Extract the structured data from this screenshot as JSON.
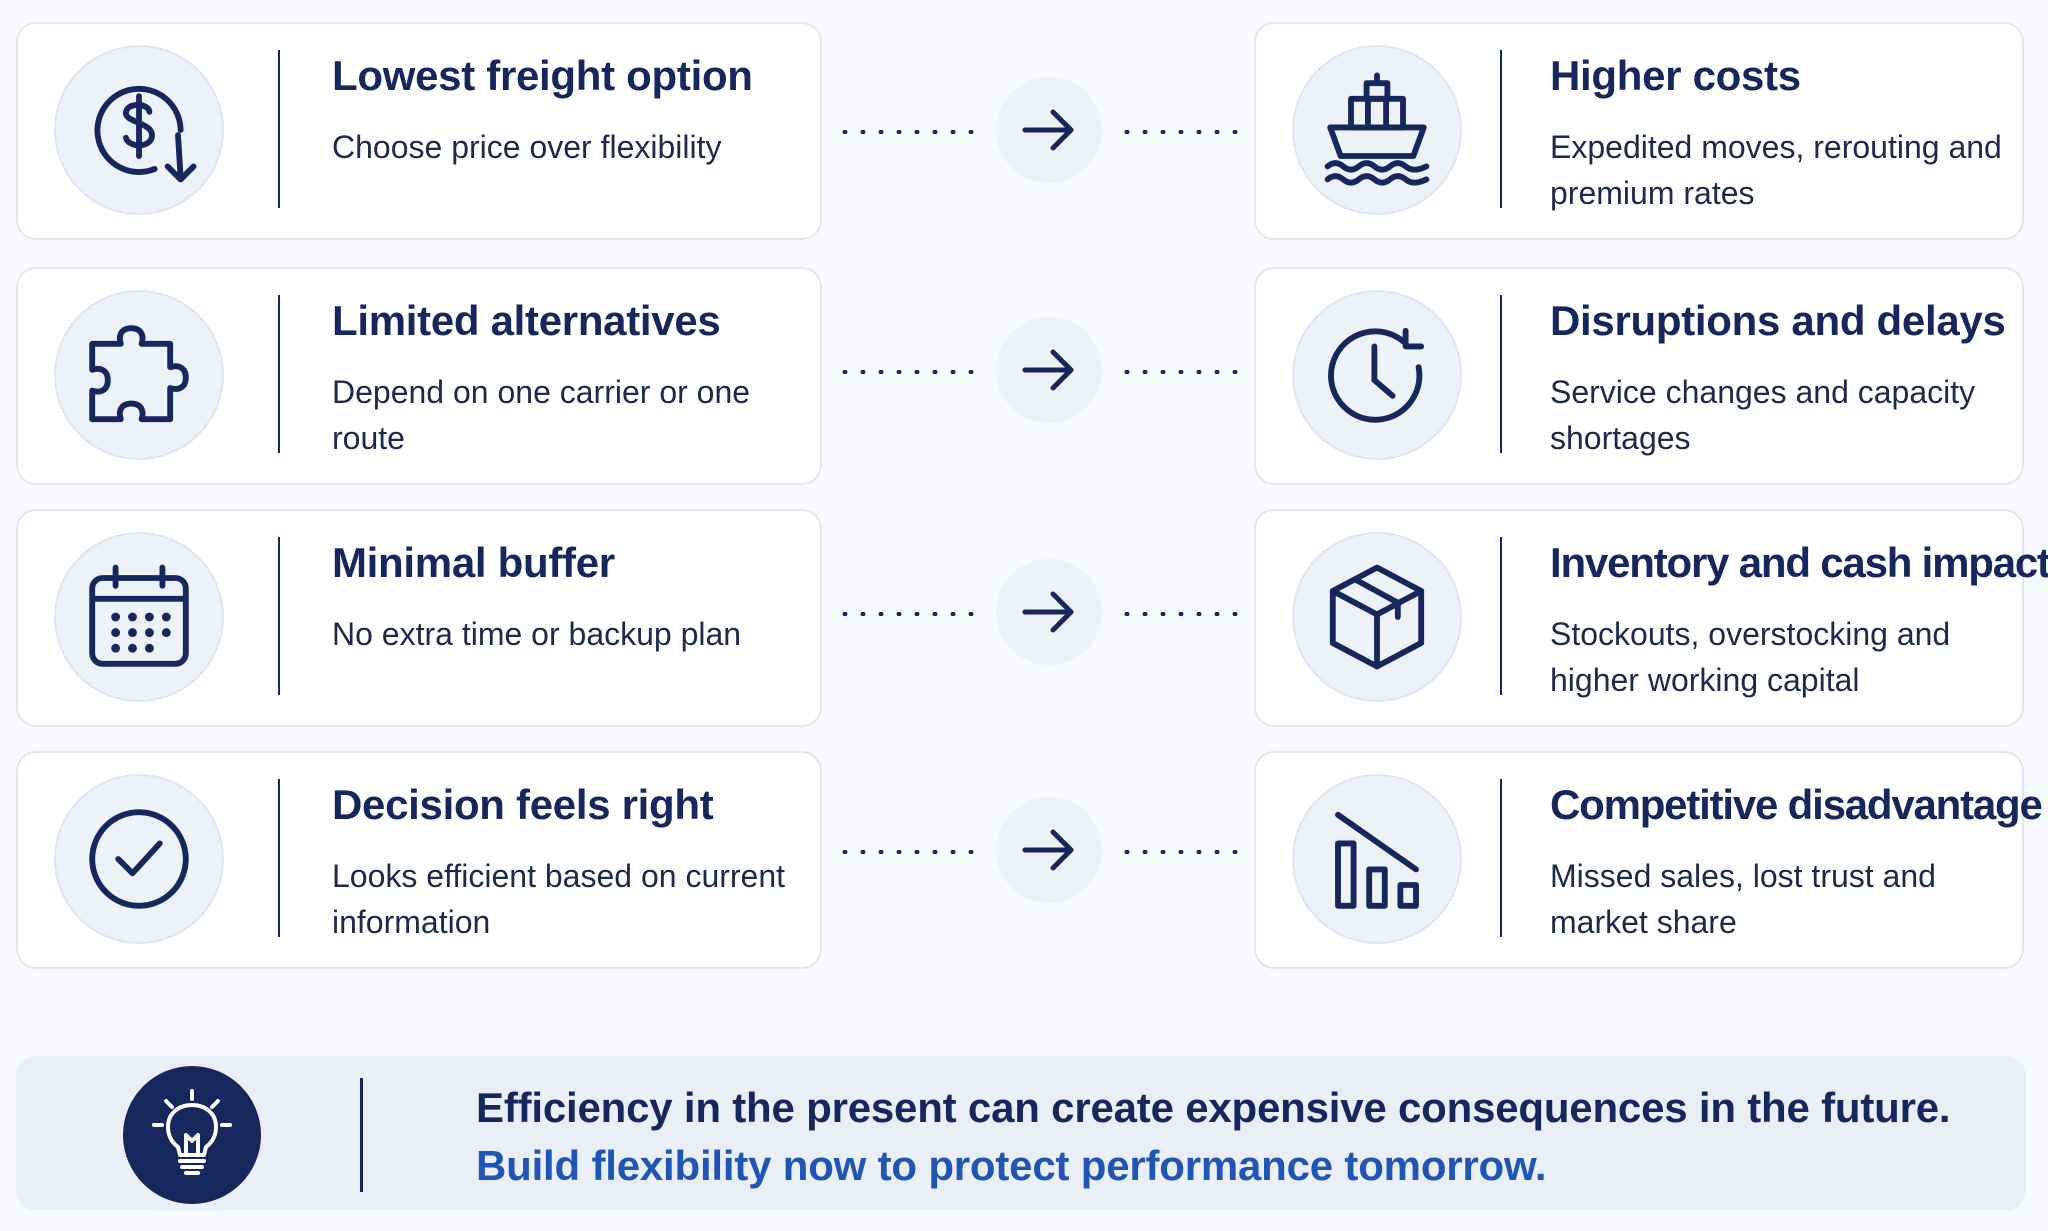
{
  "rows": [
    {
      "cause": {
        "title": "Lowest freight option",
        "desc": "Choose price over flexibility",
        "icon": "dollar-down-icon"
      },
      "effect": {
        "title": "Higher costs",
        "desc": "Expedited moves, rerouting and premium rates",
        "icon": "cargo-ship-icon"
      }
    },
    {
      "cause": {
        "title": "Limited alternatives",
        "desc": "Depend on one carrier or one route",
        "icon": "puzzle-piece-icon"
      },
      "effect": {
        "title": "Disruptions and delays",
        "desc": "Service changes and capacity shortages",
        "icon": "clock-refresh-icon"
      }
    },
    {
      "cause": {
        "title": "Minimal buffer",
        "desc": "No extra time or backup plan",
        "icon": "calendar-icon"
      },
      "effect": {
        "title": "Inventory and cash impact",
        "desc": "Stockouts, overstocking and higher working capital",
        "icon": "box-icon"
      }
    },
    {
      "cause": {
        "title": "Decision feels right",
        "desc": "Looks efficient based on current information",
        "icon": "check-circle-icon"
      },
      "effect": {
        "title": "Competitive disadvantage",
        "desc": "Missed sales, lost trust and market share",
        "icon": "declining-bars-icon"
      }
    }
  ],
  "footer": {
    "icon": "lightbulb-icon",
    "line1": "Efficiency in the present can create expensive consequences in the future.",
    "line2": "Build flexibility now to protect performance tomorrow."
  },
  "colors": {
    "navy": "#16275e",
    "accent_blue": "#1f55b5",
    "icon_bg": "#edf1f8",
    "card_border": "#e2e6f0",
    "footer_bg": "#eaeef7"
  }
}
